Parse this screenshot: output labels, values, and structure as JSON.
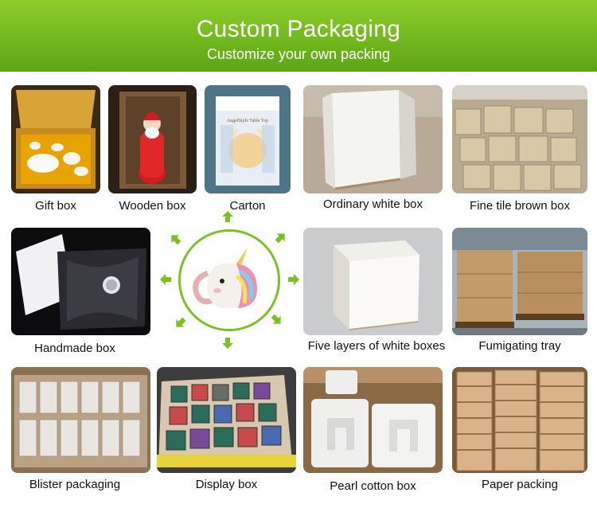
{
  "banner": {
    "title": "Custom Packaging",
    "subtitle": "Customize your own packing",
    "color": "#7cc11f"
  },
  "items": [
    {
      "label": "Gift box"
    },
    {
      "label": "Wooden box"
    },
    {
      "label": "Carton"
    },
    {
      "label": "Ordinary white box"
    },
    {
      "label": "Fine tile brown box"
    },
    {
      "label": "Handmade box"
    },
    {
      "label": "Five layers of white boxes"
    },
    {
      "label": "Fumigating tray"
    },
    {
      "label": "Blister packaging"
    },
    {
      "label": "Display box"
    },
    {
      "label": "Pearl cotton box"
    },
    {
      "label": "Paper packing"
    }
  ],
  "photo_text": {
    "carton_print": "AngelStyle Table Top"
  },
  "arrow_color": "#7cc11f"
}
